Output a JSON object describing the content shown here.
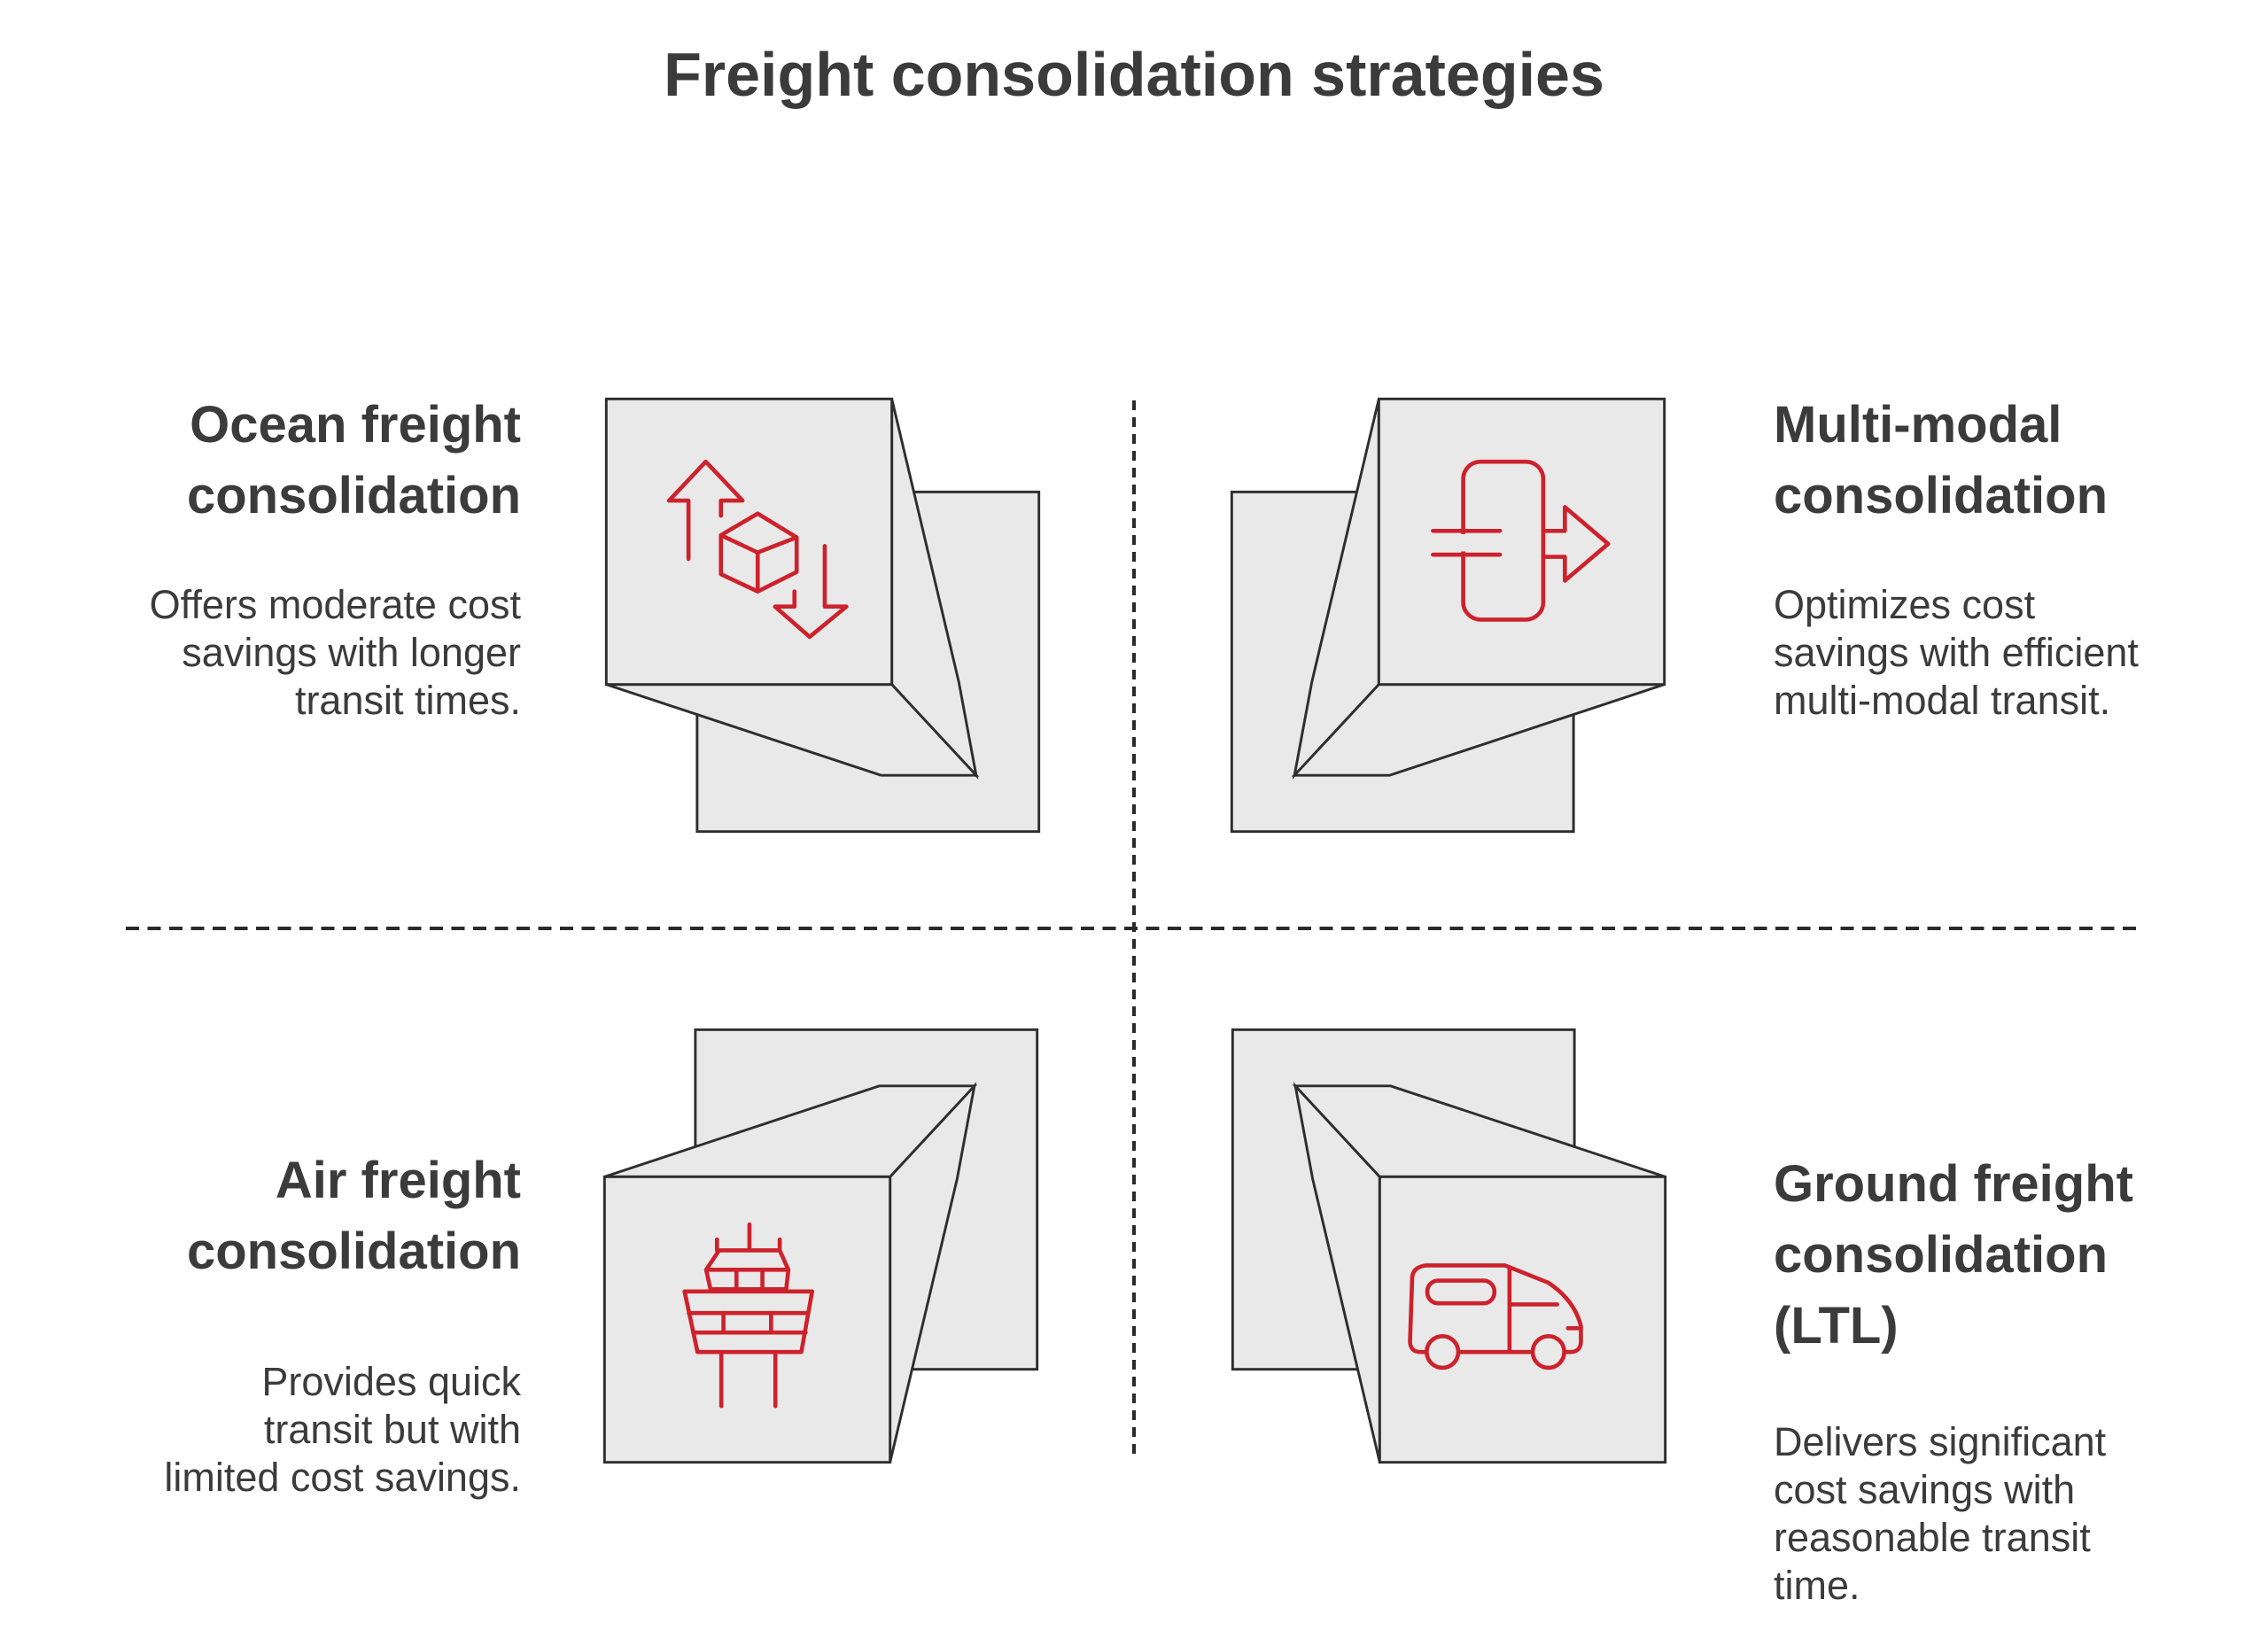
{
  "title": "Freight consolidation strategies",
  "colors": {
    "background": "#ffffff",
    "text": "#3b3b3b",
    "accent_red": "#cd222c",
    "box_fill": "#e9e9e9",
    "box_outline": "#2e2e2e",
    "divider": "#2a2a2a"
  },
  "quadrants": [
    {
      "name": "ocean-freight",
      "icon": "up-down-arrows-cube-icon",
      "heading_lines": [
        "Ocean freight",
        "consolidation"
      ],
      "body_lines": [
        "Offers moderate cost",
        "savings with longer",
        "transit times."
      ]
    },
    {
      "name": "multi-modal",
      "icon": "cargo-container-arrow-icon",
      "heading_lines": [
        "Multi-modal",
        "consolidation"
      ],
      "body_lines": [
        "Optimizes cost",
        "savings with efficient",
        "multi-modal transit."
      ]
    },
    {
      "name": "air-freight",
      "icon": "control-tower-icon",
      "heading_lines": [
        "Air freight",
        "consolidation"
      ],
      "body_lines": [
        "Provides quick",
        "transit but with",
        "limited cost savings."
      ]
    },
    {
      "name": "ground-freight",
      "icon": "delivery-van-icon",
      "heading_lines": [
        "Ground freight",
        "consolidation",
        "(LTL)"
      ],
      "body_lines": [
        "Delivers significant",
        "cost savings with",
        "reasonable transit",
        "time."
      ]
    }
  ]
}
